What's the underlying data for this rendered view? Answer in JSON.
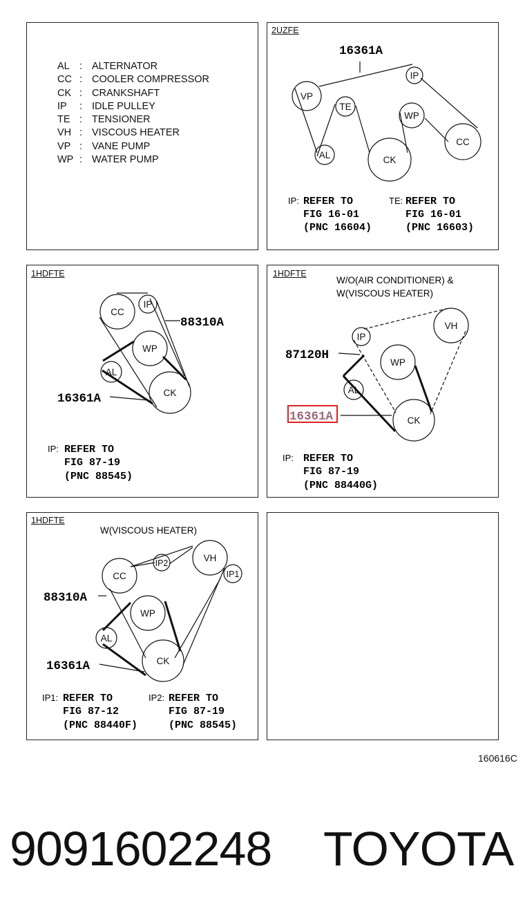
{
  "legend": [
    {
      "code": "AL",
      "name": "ALTERNATOR"
    },
    {
      "code": "CC",
      "name": "COOLER COMPRESSOR"
    },
    {
      "code": "CK",
      "name": "CRANKSHAFT"
    },
    {
      "code": "IP",
      "name": "IDLE PULLEY"
    },
    {
      "code": "TE",
      "name": "TENSIONER"
    },
    {
      "code": "VH",
      "name": "VISCOUS HEATER"
    },
    {
      "code": "VP",
      "name": "VANE PUMP"
    },
    {
      "code": "WP",
      "name": "WATER PUMP"
    }
  ],
  "legend_sep": ":",
  "p1": {
    "tag": "2UZFE",
    "part": "16361A",
    "pulleys": {
      "vp": "VP",
      "te": "TE",
      "ip": "IP",
      "wp": "WP",
      "al": "AL",
      "ck": "CK",
      "cc": "CC"
    },
    "ref1": {
      "pre": "IP:",
      "l1": "REFER TO",
      "l2": "FIG 16-01",
      "l3": "(PNC 16604)"
    },
    "ref2": {
      "pre": "TE:",
      "l1": "REFER TO",
      "l2": "FIG 16-01",
      "l3": "(PNC 16603)"
    }
  },
  "p2": {
    "tag": "1HDFTE",
    "part_a": "88310A",
    "part_b": "16361A",
    "pulleys": {
      "cc": "CC",
      "ip": "IP",
      "wp": "WP",
      "al": "AL",
      "ck": "CK"
    },
    "ref": {
      "pre": "IP:",
      "l1": "REFER TO",
      "l2": "FIG 87-19",
      "l3": "(PNC 88545)"
    }
  },
  "p3": {
    "tag": "1HDFTE",
    "cond1": "W/O(AIR CONDITIONER) &",
    "cond2": "W(VISCOUS HEATER)",
    "part_a": "87120H",
    "part_b": "16361A",
    "pulleys": {
      "vh": "VH",
      "ip": "IP",
      "wp": "WP",
      "al": "AL",
      "ck": "CK"
    },
    "ref": {
      "pre": "IP:",
      "l1": "REFER TO",
      "l2": "FIG 87-19",
      "l3": "(PNC 88440G)"
    },
    "highlight_color": "#d22222"
  },
  "p4": {
    "tag": "1HDFTE",
    "cond": "W(VISCOUS HEATER)",
    "part_a": "88310A",
    "part_b": "16361A",
    "pulleys": {
      "cc": "CC",
      "ip2": "IP2",
      "vh": "VH",
      "ip1": "IP1",
      "wp": "WP",
      "al": "AL",
      "ck": "CK"
    },
    "ref1": {
      "pre": "IP1:",
      "l1": "REFER TO",
      "l2": "FIG 87-12",
      "l3": "(PNC 88440F)"
    },
    "ref2": {
      "pre": "IP2:",
      "l1": "REFER TO",
      "l2": "FIG 87-19",
      "l3": "(PNC 88545)"
    }
  },
  "figure_id": "160616C",
  "part_number": "9091602248",
  "brand": "TOYOTA"
}
